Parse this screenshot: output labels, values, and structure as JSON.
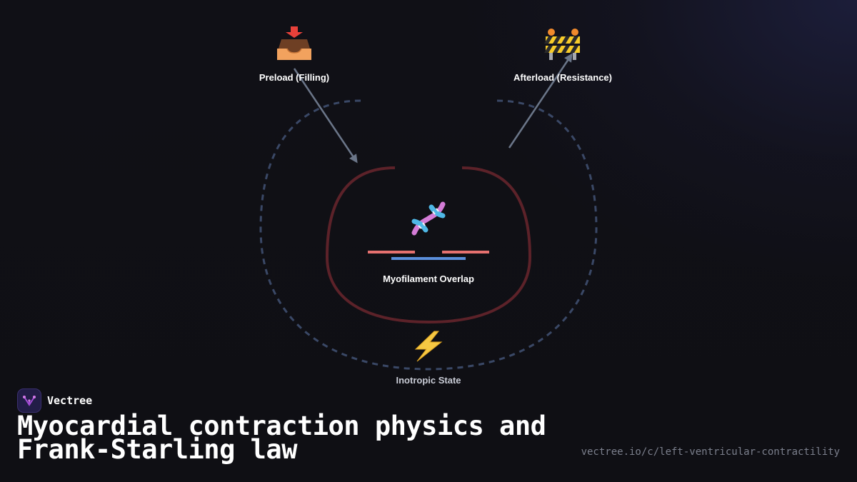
{
  "diagram": {
    "nodes": {
      "preload": {
        "label": "Preload (Filling)",
        "icon": "inbox-tray-icon",
        "glyph": "📥"
      },
      "afterload": {
        "label": "Afterload (Resistance)",
        "icon": "construction-barrier-icon",
        "glyph": "🚧"
      },
      "myofilament": {
        "label": "Myofilament Overlap",
        "icon": "dna-icon",
        "glyph": "🧬"
      },
      "inotropic": {
        "label": "Inotropic State",
        "icon": "lightning-bolt-icon",
        "glyph": "⚡"
      }
    },
    "colors": {
      "outer_loop": "#3a4866",
      "inner_loop": "#5c2229",
      "arrow": "#6b7689",
      "actin": "#e6716f",
      "myosin": "#5b8fdc",
      "bolt": "#f6c843"
    }
  },
  "brand": {
    "name": "Vectree",
    "icon": "vectree-logo-icon"
  },
  "title": "Myocardial contraction physics and Frank-Starling law",
  "source_url": "vectree.io/c/left-ventricular-contractility"
}
